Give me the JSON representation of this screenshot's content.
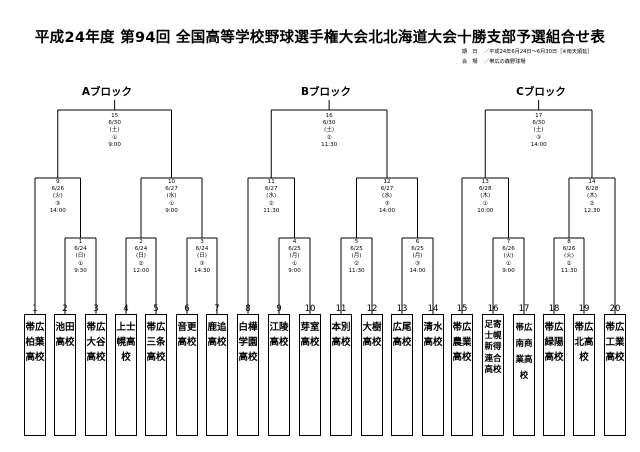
{
  "title": "平成24年度 第94回 全国高等学校野球選手権大会北北海道大会十勝支部予選組合せ表",
  "period": {
    "label": "期　日",
    "value": "／平成24年6月24日～6月30日［※雨天順延］"
  },
  "venue": {
    "label": "会　場",
    "value": "／帯広の森野球場"
  },
  "blocks": [
    "Aブロック",
    "Bブロック",
    "Cブロック"
  ],
  "games": [
    {
      "no": "1",
      "date": "6/24",
      "day": "(日)",
      "slot": "①",
      "time": "9:30"
    },
    {
      "no": "2",
      "date": "6/24",
      "day": "(日)",
      "slot": "②",
      "time": "12:00"
    },
    {
      "no": "3",
      "date": "6/24",
      "day": "(日)",
      "slot": "③",
      "time": "14:30"
    },
    {
      "no": "4",
      "date": "6/25",
      "day": "(月)",
      "slot": "①",
      "time": "9:00"
    },
    {
      "no": "5",
      "date": "6/25",
      "day": "(月)",
      "slot": "②",
      "time": "11:30"
    },
    {
      "no": "6",
      "date": "6/25",
      "day": "(月)",
      "slot": "③",
      "time": "14:00"
    },
    {
      "no": "7",
      "date": "6/26",
      "day": "(火)",
      "slot": "①",
      "time": "9:00"
    },
    {
      "no": "8",
      "date": "6/26",
      "day": "(火)",
      "slot": "②",
      "time": "11:30"
    },
    {
      "no": "9",
      "date": "6/26",
      "day": "(火)",
      "slot": "③",
      "time": "14:00"
    },
    {
      "no": "10",
      "date": "6/27",
      "day": "(水)",
      "slot": "①",
      "time": "9:00"
    },
    {
      "no": "11",
      "date": "6/27",
      "day": "(水)",
      "slot": "②",
      "time": "11:30"
    },
    {
      "no": "12",
      "date": "6/27",
      "day": "(水)",
      "slot": "③",
      "time": "14:00"
    },
    {
      "no": "13",
      "date": "6/28",
      "day": "(木)",
      "slot": "①",
      "time": "10:00"
    },
    {
      "no": "14",
      "date": "6/28",
      "day": "(木)",
      "slot": "②",
      "time": "12:30"
    },
    {
      "no": "15",
      "date": "6/30",
      "day": "(土)",
      "slot": "①",
      "time": "9:00"
    },
    {
      "no": "16",
      "date": "6/30",
      "day": "(土)",
      "slot": "②",
      "time": "11:30"
    },
    {
      "no": "17",
      "date": "6/30",
      "day": "(土)",
      "slot": "③",
      "time": "14:00"
    }
  ],
  "teams": [
    {
      "seed": "1",
      "name": "帯広柏葉高校"
    },
    {
      "seed": "2",
      "name": "池田高校"
    },
    {
      "seed": "3",
      "name": "帯広大谷高校"
    },
    {
      "seed": "4",
      "name": "上士幌高校"
    },
    {
      "seed": "5",
      "name": "帯広三条高校"
    },
    {
      "seed": "6",
      "name": "音更高校"
    },
    {
      "seed": "7",
      "name": "鹿追高校"
    },
    {
      "seed": "8",
      "name": "白樺学園高校"
    },
    {
      "seed": "9",
      "name": "江陵高校"
    },
    {
      "seed": "10",
      "name": "芽室高校"
    },
    {
      "seed": "11",
      "name": "本別高校"
    },
    {
      "seed": "12",
      "name": "大樹高校"
    },
    {
      "seed": "13",
      "name": "広尾高校"
    },
    {
      "seed": "14",
      "name": "清水高校"
    },
    {
      "seed": "15",
      "name": "帯広農業高校"
    },
    {
      "seed": "16",
      "name": "足寄士幌新得連合高校"
    },
    {
      "seed": "17",
      "name": "帯広南商業高校"
    },
    {
      "seed": "18",
      "name": "帯広緑陽高校"
    },
    {
      "seed": "19",
      "name": "帯広北高校"
    },
    {
      "seed": "20",
      "name": "帯広工業高校"
    }
  ]
}
